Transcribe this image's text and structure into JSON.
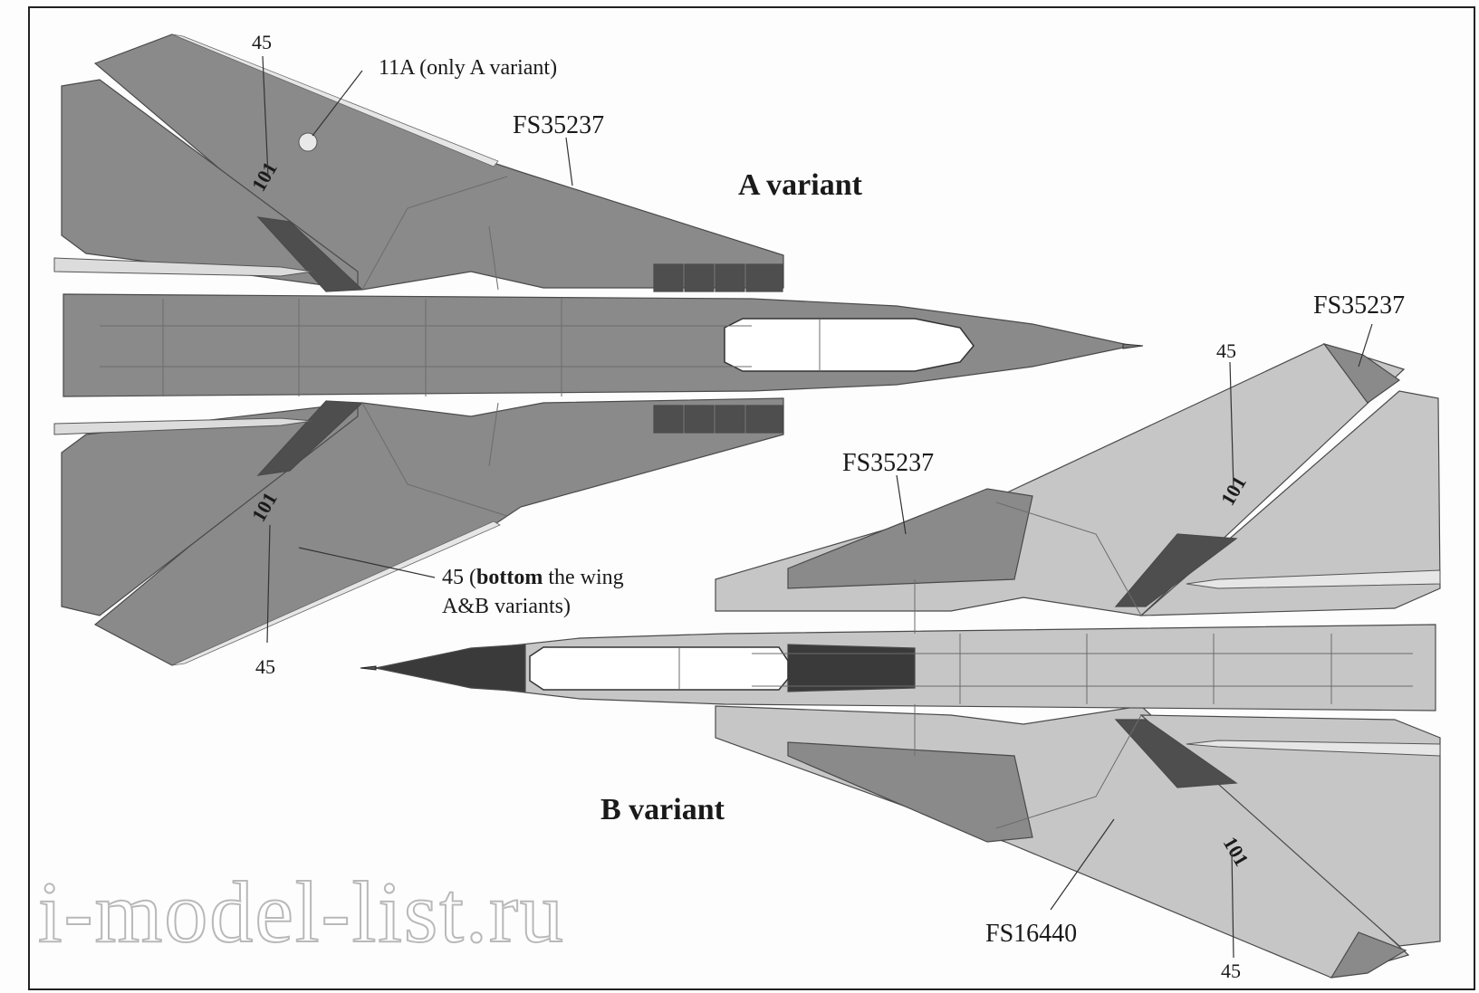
{
  "labels": {
    "a_variant": "A variant",
    "b_variant": "B variant",
    "callout_11a": "11A (only A variant)",
    "a_fs_wing": "FS35237",
    "b_fs_wing_top": "FS35237",
    "b_fs_body": "FS35237",
    "b_fs_light": "FS16440",
    "bottom_wing_line1_num": "45 (",
    "bottom_wing_line1_bold": "bottom",
    "bottom_wing_line1_rest": " the wing",
    "bottom_wing_line2": "A&B variants)",
    "a_45_top": "45",
    "a_45_bottom": "45",
    "b_45_top": "45",
    "b_45_bottom": "45",
    "side_number": "101"
  },
  "colors": {
    "fs35237": "#8a8a8a",
    "fs16440": "#c6c6c6",
    "dark_panel": "#4e4e4e",
    "canopy": "#ffffff",
    "radome_dark": "#3a3a3a"
  },
  "watermark": "i-model-list.ru"
}
